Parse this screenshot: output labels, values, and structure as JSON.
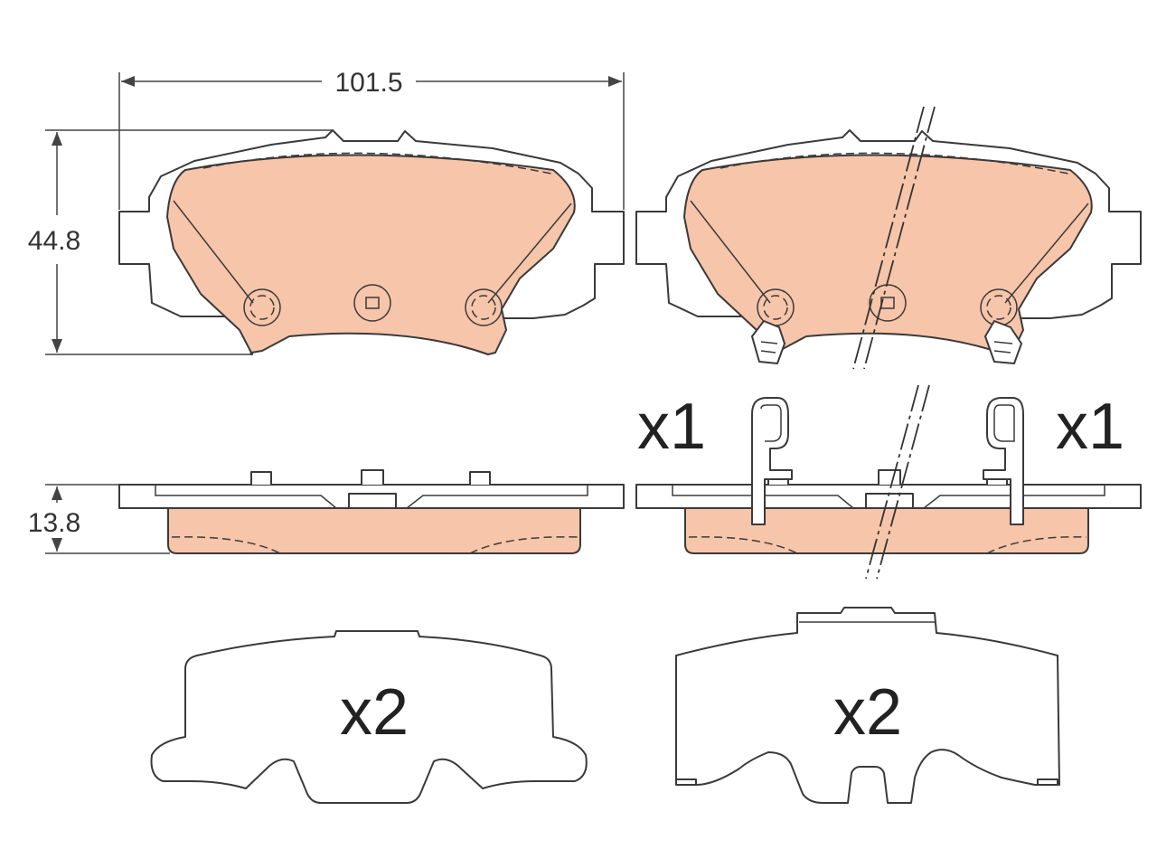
{
  "colors": {
    "pad_fill": "#f6c5aa",
    "outline": "#3a3a3a"
  },
  "dimensions": {
    "width": "101.5",
    "height": "44.8",
    "thickness": "13.8"
  },
  "quantities": {
    "wear_sensor_left": "x1",
    "wear_sensor_right": "x1",
    "shim_left": "x2",
    "shim_right": "x2"
  }
}
